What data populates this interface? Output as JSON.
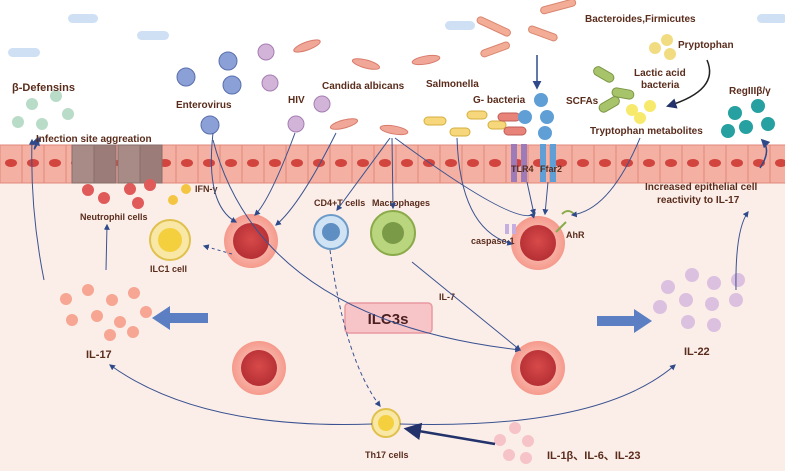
{
  "labels": {
    "beta_defensins": "β-Defensins",
    "enterovirus": "Enterovirus",
    "hiv": "HIV",
    "candida": "Candida albicans",
    "salmonella": "Salmonella",
    "g_bacteria": "G- bacteria",
    "bacteroides": "Bacteroides,Firmicutes",
    "pryptophan": "Pryptophan",
    "scfas": "SCFAs",
    "lactic_1": "Lactic acid",
    "lactic_2": "bacteria",
    "tryptophan_metabolites": "Tryptophan metabolites",
    "reg": "RegIIIβ/γ",
    "infection_site": "Infection site aggreation",
    "ifn": "IFN-γ",
    "neutrophil": "Neutrophil cells",
    "ilc1": "ILC1 cell",
    "cd4": "CD4+T cells",
    "macrophages": "Macrophages",
    "tlr4": "TLR4",
    "ffar2": "Ffar2",
    "caspase": "caspase-1",
    "ahr": "AhR",
    "increased_1": "Increased epithelial cell",
    "increased_2": "reactivity to IL-17",
    "ilc3s": "ILC3s",
    "il7": "IL-7",
    "il17": "IL-17",
    "il22": "IL-22",
    "th17": "Th17 cells",
    "cytokines": "IL-1β、IL-6、IL-23"
  },
  "colors": {
    "background": "#fbeee9",
    "epithelium": "#f2a89a",
    "ilc3_cell": "#e8564e",
    "ilc3_badge": "#f7c5c8",
    "arrow_big": "#5b7fc2",
    "il17_dots": "#f6a692",
    "il22_dots": "#dcc0e0",
    "cytokine_dots": "#f6c3c9",
    "label_text": "#5a2c1c"
  }
}
